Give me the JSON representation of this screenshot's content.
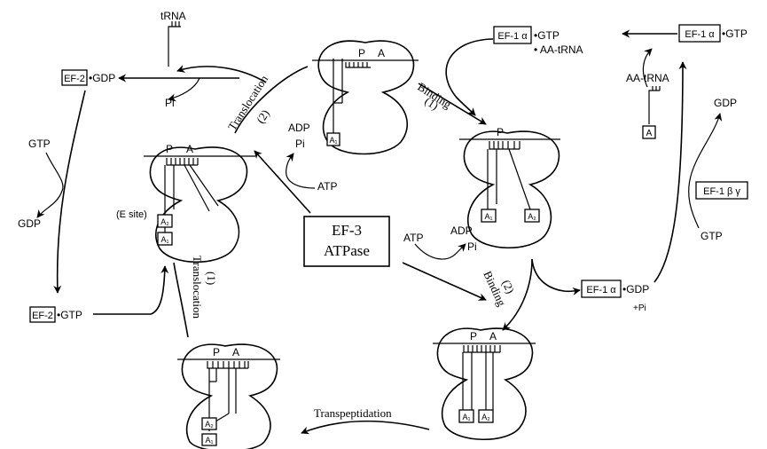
{
  "center": {
    "line1": "EF-3",
    "line2": "ATPase"
  },
  "labels": {
    "trna": "tRNA",
    "pi": "Pi",
    "ef2": "EF-2",
    "gdp": "GDP",
    "gtp": "GTP",
    "dot_gdp": "•GDP",
    "dot_gtp": "•GTP",
    "ef1a": "EF-1 α",
    "dot_aa_trna": "• AA-tRNA",
    "aa_trna": "AA-tRNA",
    "a": "A",
    "ef1by": "EF-1 β γ",
    "atp": "ATP",
    "adp": "ADP",
    "pi_plus": "+Pi",
    "e_site": "(E site)",
    "site_p": "P",
    "site_a": "A",
    "a1": "A₁",
    "a2": "A₂"
  },
  "steps": {
    "translocation2": "Translocation",
    "translocation2_num": "(2)",
    "binding1": "Binding",
    "binding1_num": "(1)",
    "binding2": "Binding",
    "binding2_num": "(2)",
    "translocation1": "Translocation",
    "translocation1_num": "(1)",
    "transpeptidation": "Transpeptidation"
  }
}
